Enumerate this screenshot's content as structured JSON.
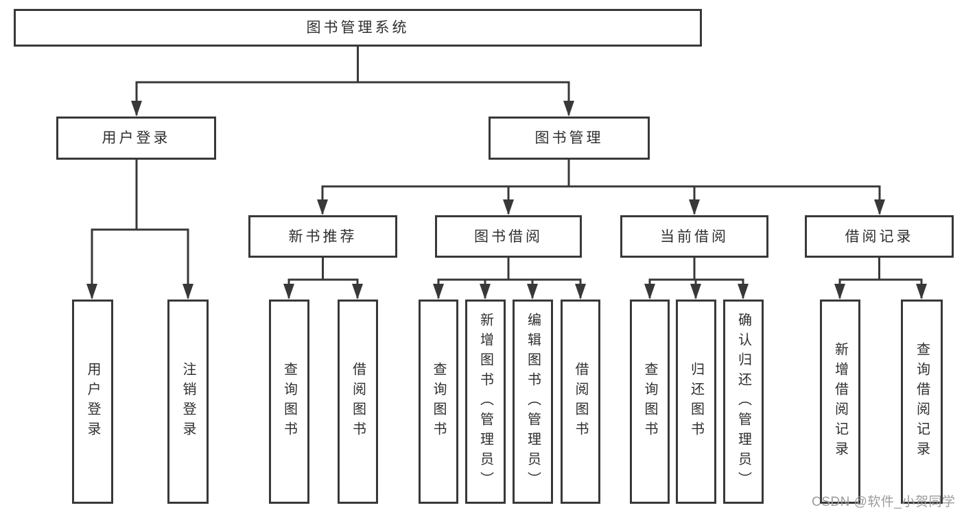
{
  "tree": {
    "root": "图书管理系统",
    "branches": [
      {
        "label": "用户登录",
        "children": [
          "用户登录",
          "注销登录"
        ]
      },
      {
        "label": "图书管理",
        "groups": [
          {
            "label": "新书推荐",
            "children": [
              "查询图书",
              "借阅图书"
            ]
          },
          {
            "label": "图书借阅",
            "children": [
              "查询图书",
              "新增图书（管理员）",
              "编辑图书（管理员）",
              "借阅图书"
            ]
          },
          {
            "label": "当前借阅",
            "children": [
              "查询图书",
              "归还图书",
              "确认归还（管理员）"
            ]
          },
          {
            "label": "借阅记录",
            "children": [
              "新增借阅记录",
              "查询借阅记录"
            ]
          }
        ]
      }
    ]
  },
  "watermark": "CSDN @软件_小贺同学",
  "colors": {
    "line": "#383838",
    "box_border": "#383838",
    "text": "#2f2f2f",
    "watermark": "#9c9c9c",
    "background": "#ffffff"
  }
}
